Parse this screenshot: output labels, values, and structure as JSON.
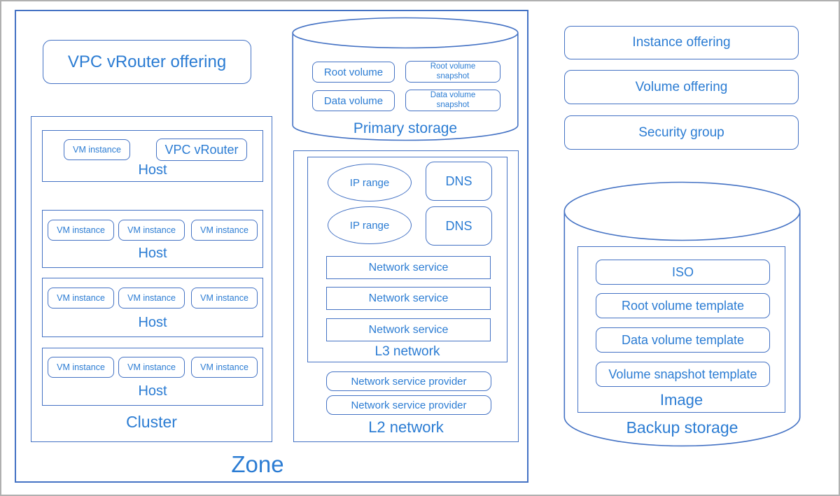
{
  "colors": {
    "border": "#4472c4",
    "text": "#2b7cd3",
    "frame": "#b0b0b0",
    "background": "#ffffff"
  },
  "zone": {
    "label": "Zone",
    "vpc_vrouter_offering_label": "VPC vRouter offering",
    "cluster": {
      "label": "Cluster",
      "hosts": [
        {
          "label": "Host",
          "items": [
            "VM instance",
            "VPC vRouter"
          ]
        },
        {
          "label": "Host",
          "items": [
            "VM instance",
            "VM instance",
            "VM instance"
          ]
        },
        {
          "label": "Host",
          "items": [
            "VM instance",
            "VM instance",
            "VM instance"
          ]
        },
        {
          "label": "Host",
          "items": [
            "VM instance",
            "VM instance",
            "VM instance"
          ]
        }
      ]
    },
    "primary_storage": {
      "label": "Primary storage",
      "items": [
        "Root volume",
        "Root volume snapshot",
        "Data volume",
        "Data volume snapshot"
      ]
    },
    "l2_network": {
      "label": "L2 network",
      "l3_network": {
        "label": "L3 network",
        "ip_ranges": [
          "IP range",
          "IP range"
        ],
        "dns_items": [
          "DNS",
          "DNS"
        ],
        "network_services": [
          "Network service",
          "Network service",
          "Network service"
        ]
      },
      "network_service_providers": [
        "Network service provider",
        "Network service provider"
      ]
    }
  },
  "right_panel": {
    "offerings": [
      "Instance offering",
      "Volume offering",
      "Security group"
    ]
  },
  "backup_storage": {
    "label": "Backup storage",
    "image": {
      "label": "Image",
      "items": [
        "ISO",
        "Root volume template",
        "Data volume template",
        "Volume snapshot template"
      ]
    }
  }
}
